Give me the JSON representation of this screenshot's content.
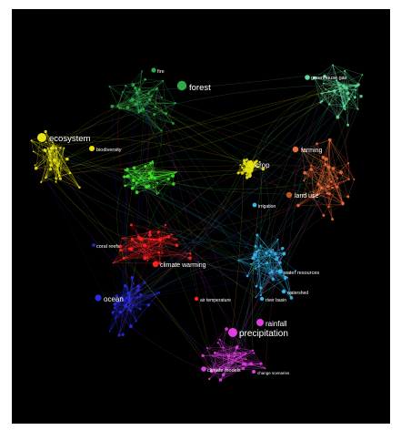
{
  "background_color": "#000000",
  "clusters": [
    {
      "id": "dark-green",
      "color": "#2fa84a"
    },
    {
      "id": "mint",
      "color": "#5fdc9a"
    },
    {
      "id": "yellow",
      "color": "#e8e212"
    },
    {
      "id": "bright-green",
      "color": "#3ee62a"
    },
    {
      "id": "orange",
      "color": "#f26b3a"
    },
    {
      "id": "red",
      "color": "#ff2222"
    },
    {
      "id": "cyan",
      "color": "#34b8ec"
    },
    {
      "id": "blue",
      "color": "#2a2ae0"
    },
    {
      "id": "magenta",
      "color": "#e23ce2"
    }
  ],
  "nodes": [
    {
      "label": "fire",
      "cluster": "dark-green"
    },
    {
      "label": "forest",
      "cluster": "dark-green"
    },
    {
      "label": "greenhouse gas",
      "cluster": "mint"
    },
    {
      "label": "ecosystem",
      "cluster": "yellow"
    },
    {
      "label": "biodiversity",
      "cluster": "yellow"
    },
    {
      "label": "farming",
      "cluster": "orange"
    },
    {
      "label": "crop",
      "cluster": "yellow"
    },
    {
      "label": "land use",
      "cluster": "orange"
    },
    {
      "label": "irrigation",
      "cluster": "cyan"
    },
    {
      "label": "coral reefs",
      "cluster": "blue"
    },
    {
      "label": "climate warming",
      "cluster": "red"
    },
    {
      "label": "water resources",
      "cluster": "cyan"
    },
    {
      "label": "watershed",
      "cluster": "cyan"
    },
    {
      "label": "ocean",
      "cluster": "blue"
    },
    {
      "label": "air temperature",
      "cluster": "red"
    },
    {
      "label": "river basin",
      "cluster": "cyan"
    },
    {
      "label": "rainfall",
      "cluster": "magenta"
    },
    {
      "label": "precipitation",
      "cluster": "magenta"
    },
    {
      "label": "climate models",
      "cluster": "magenta"
    },
    {
      "label": "change scenarios",
      "cluster": "magenta"
    }
  ]
}
